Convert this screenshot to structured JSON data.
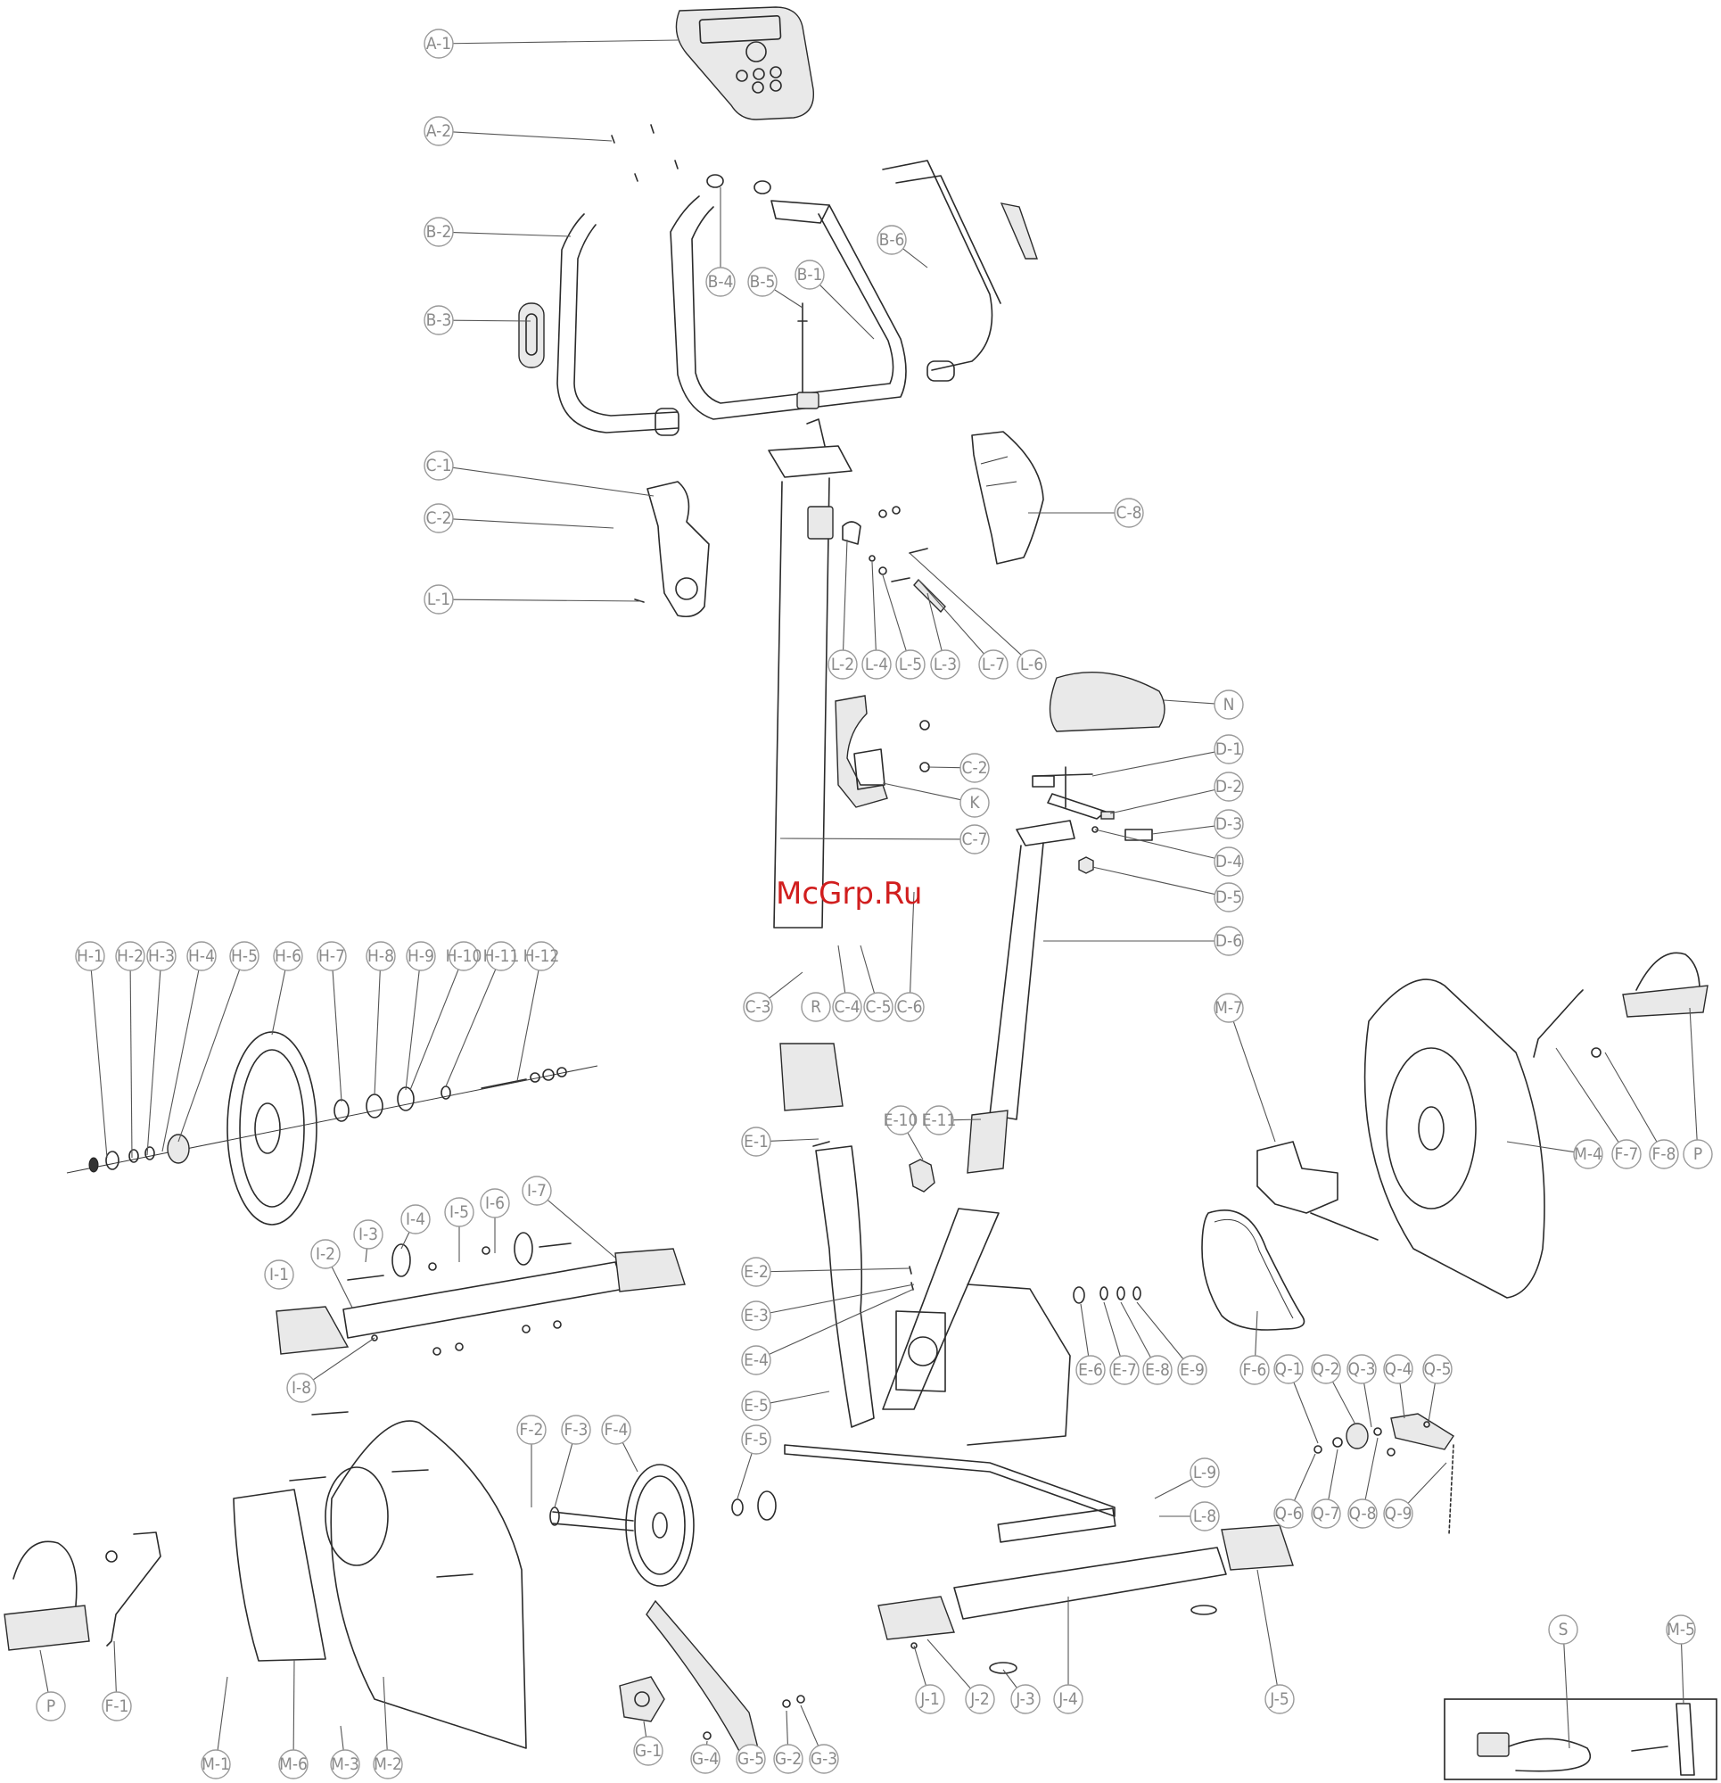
{
  "watermark": "McGrp.Ru",
  "labels": {
    "A1": "A-1",
    "A2": "A-2",
    "B1": "B-1",
    "B2": "B-2",
    "B3": "B-3",
    "B4": "B-4",
    "B5": "B-5",
    "B6": "B-6",
    "C1": "C-1",
    "C2a": "C-2",
    "C2b": "C-2",
    "C3": "C-3",
    "C4": "C-4",
    "C5": "C-5",
    "C6": "C-6",
    "C7": "C-7",
    "C8": "C-8",
    "D1": "D-1",
    "D2": "D-2",
    "D3": "D-3",
    "D4": "D-4",
    "D5": "D-5",
    "D6": "D-6",
    "E1": "E-1",
    "E2": "E-2",
    "E3": "E-3",
    "E4": "E-4",
    "E5": "E-5",
    "E6": "E-6",
    "E7": "E-7",
    "E8": "E-8",
    "E9": "E-9",
    "E10": "E-10",
    "E11": "E-11",
    "F1": "F-1",
    "F2": "F-2",
    "F3": "F-3",
    "F4": "F-4",
    "F5": "F-5",
    "F6": "F-6",
    "F7": "F-7",
    "F8": "F-8",
    "G1": "G-1",
    "G2": "G-2",
    "G3": "G-3",
    "G4": "G-4",
    "G5": "G-5",
    "H1": "H-1",
    "H2": "H-2",
    "H3": "H-3",
    "H4": "H-4",
    "H5": "H-5",
    "H6": "H-6",
    "H7": "H-7",
    "H8": "H-8",
    "H9": "H-9",
    "H10": "H-10",
    "H11": "H-11",
    "H12": "H-12",
    "I1": "I-1",
    "I2": "I-2",
    "I3": "I-3",
    "I4": "I-4",
    "I5": "I-5",
    "I6": "I-6",
    "I7": "I-7",
    "I8": "I-8",
    "J1": "J-1",
    "J2": "J-2",
    "J3": "J-3",
    "J4": "J-4",
    "J5": "J-5",
    "K": "K",
    "L1": "L-1",
    "L2": "L-2",
    "L3": "L-3",
    "L4": "L-4",
    "L5": "L-5",
    "L6": "L-6",
    "L7": "L-7",
    "L8": "L-8",
    "L9": "L-9",
    "M1": "M-1",
    "M2": "M-2",
    "M3": "M-3",
    "M4": "M-4",
    "M5": "M-5",
    "M6": "M-6",
    "M7": "M-7",
    "N": "N",
    "Pleft": "P",
    "Pright": "P",
    "Q1": "Q-1",
    "Q2": "Q-2",
    "Q3": "Q-3",
    "Q4": "Q-4",
    "Q5": "Q-5",
    "Q6": "Q-6",
    "Q7": "Q-7",
    "Q8": "Q-8",
    "Q9": "Q-9",
    "R": "R",
    "S": "S"
  }
}
